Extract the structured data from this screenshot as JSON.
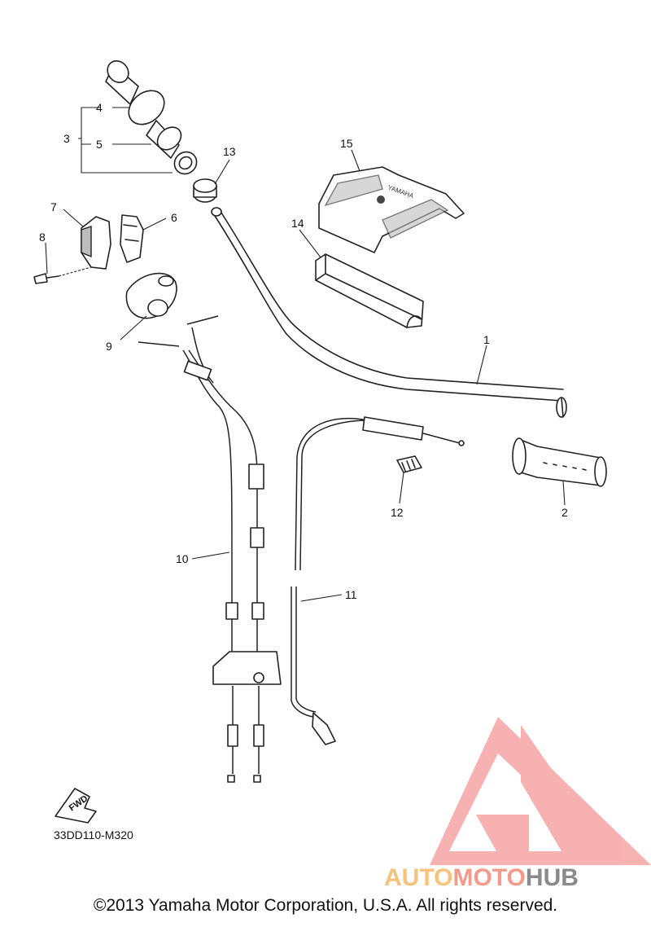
{
  "callouts": {
    "c1": "1",
    "c2": "2",
    "c3": "3",
    "c4": "4",
    "c5": "5",
    "c6": "6",
    "c7": "7",
    "c8": "8",
    "c9": "9",
    "c10": "10",
    "c11": "11",
    "c12": "12",
    "c13": "13",
    "c14": "14",
    "c15": "15"
  },
  "fwd_label": "FWD",
  "diagram_code": "33DD110-M320",
  "watermark": {
    "auto": "AUTO",
    "moto": "MOTO",
    "hub": "HUB",
    "colors": {
      "auto": "#f7c27a",
      "moto": "#f59a8a",
      "hub": "#8a8a8a",
      "logo": "#f79a9a"
    }
  },
  "copyright": "©2013 Yamaha Motor Corporation, U.S.A. All rights reserved."
}
